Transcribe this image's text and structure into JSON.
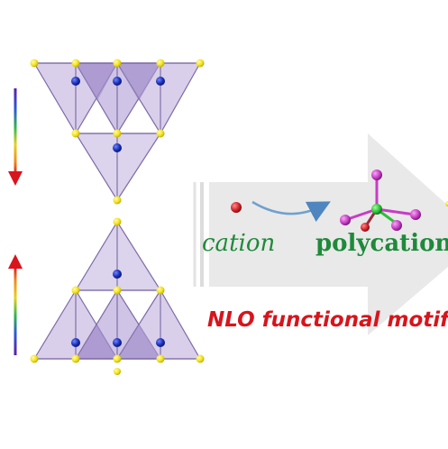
{
  "labels": {
    "cation": "cation",
    "polycation": "polycation",
    "nlo_text": "NLO functional motif"
  },
  "colors": {
    "tetra_fill": "#b9a8d9",
    "tetra_stroke": "#7d6aa8",
    "vertex_yellow": "#f2e21a",
    "center_blue": "#1a2fb5",
    "cation_red": "#d2232a",
    "arrow_curve": "#6fa0cf",
    "label_green": "#1e8a3a",
    "nlo_red": "#d8141c",
    "big_arrow_gray": "#e9e9e9",
    "cluster_center_green": "#2fbf3a",
    "cluster_ligand_magenta": "#c83cc6"
  },
  "icons": {
    "down_arrow": "gradient-down-arrow-icon",
    "up_arrow": "gradient-up-arrow-icon"
  }
}
